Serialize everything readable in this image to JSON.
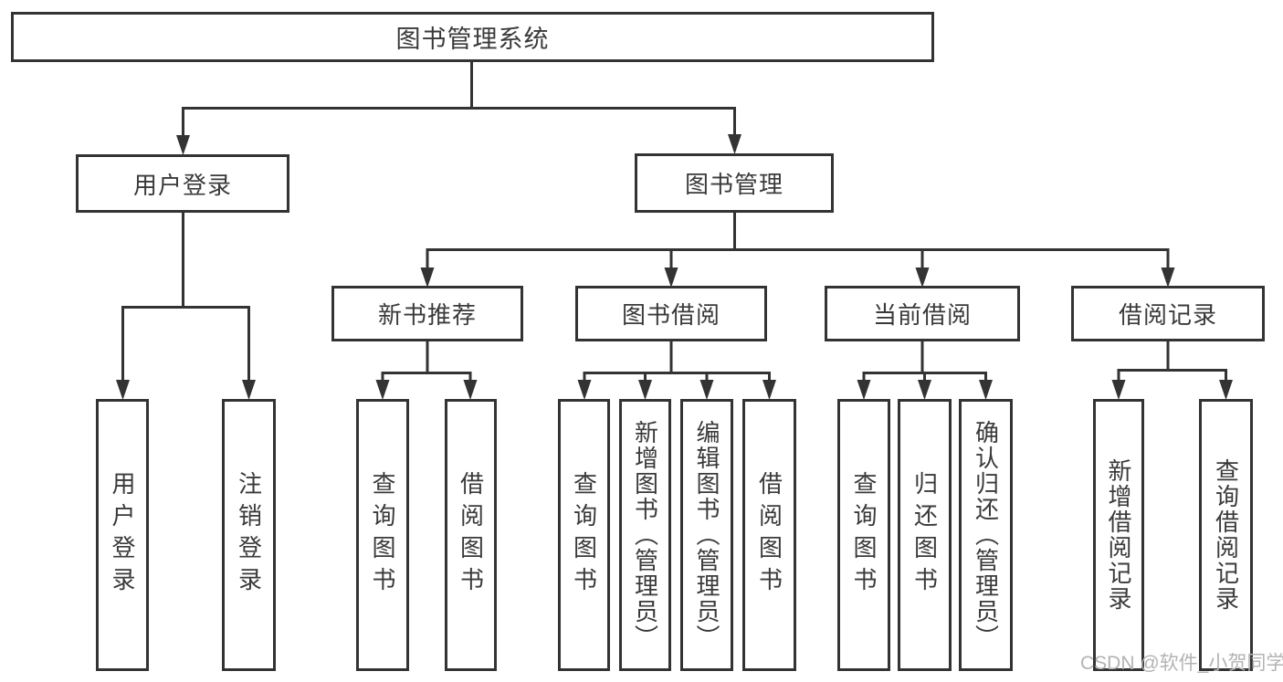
{
  "colors": {
    "line": "#333333",
    "text": "#3a3a3a",
    "background": "#ffffff",
    "watermark": "#b3b3b3"
  },
  "diagram": {
    "root": {
      "label": "图书管理系统"
    },
    "branches": [
      {
        "label": "用户登录",
        "children": [
          {
            "label": "用户登录"
          },
          {
            "label": "注销登录"
          }
        ]
      },
      {
        "label": "图书管理",
        "children": [
          {
            "label": "新书推荐",
            "children": [
              {
                "label": "查询图书"
              },
              {
                "label": "借阅图书"
              }
            ]
          },
          {
            "label": "图书借阅",
            "children": [
              {
                "label": "查询图书"
              },
              {
                "label": "新增图书（管理员）"
              },
              {
                "label": "编辑图书（管理员）"
              },
              {
                "label": "借阅图书"
              }
            ]
          },
          {
            "label": "当前借阅",
            "children": [
              {
                "label": "查询图书"
              },
              {
                "label": "归还图书"
              },
              {
                "label": "确认归还（管理员）"
              }
            ]
          },
          {
            "label": "借阅记录",
            "children": [
              {
                "label": "新增借阅记录"
              },
              {
                "label": "查询借阅记录"
              }
            ]
          }
        ]
      }
    ]
  },
  "watermark": {
    "text": "CSDN @软件_小贺同学"
  }
}
